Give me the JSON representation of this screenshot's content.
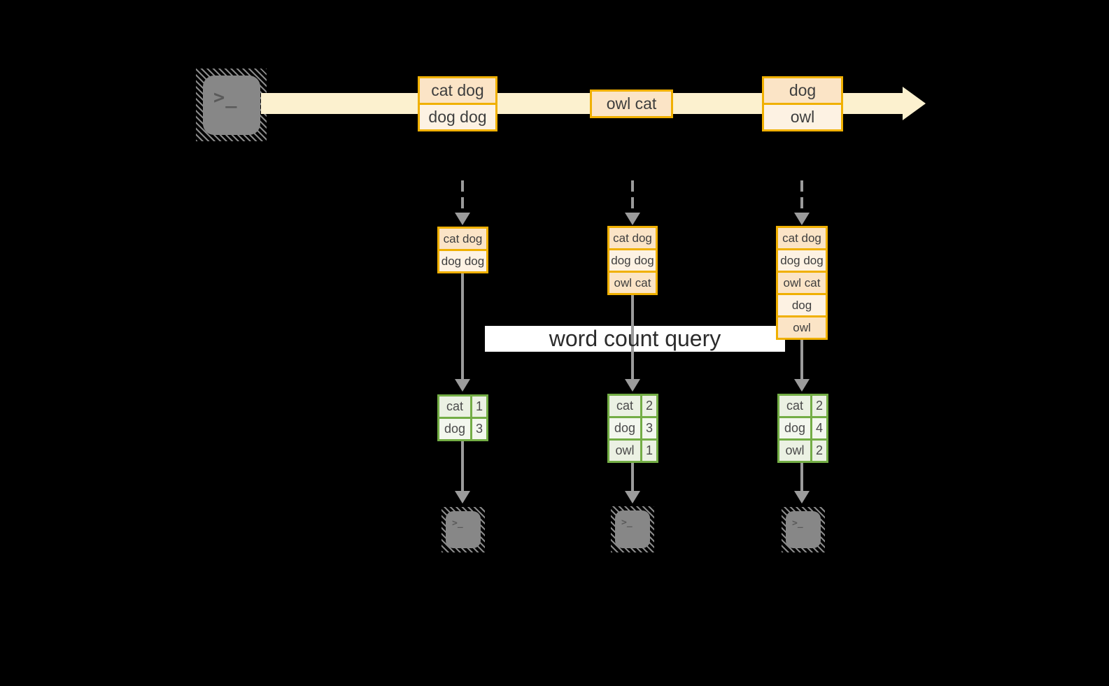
{
  "glyphs": {
    "prompt": ">_"
  },
  "query_label": "word count query",
  "stream": {
    "boxes": [
      {
        "rows": [
          "cat dog",
          "dog dog"
        ]
      },
      {
        "rows": [
          "owl cat"
        ]
      },
      {
        "rows": [
          "dog",
          "owl"
        ]
      }
    ]
  },
  "columns": [
    {
      "state_rows": [
        "cat dog",
        "dog dog"
      ],
      "counts": [
        {
          "word": "cat",
          "count": "1"
        },
        {
          "word": "dog",
          "count": "3"
        }
      ]
    },
    {
      "state_rows": [
        "cat dog",
        "dog dog",
        "owl cat"
      ],
      "counts": [
        {
          "word": "cat",
          "count": "2"
        },
        {
          "word": "dog",
          "count": "3"
        },
        {
          "word": "owl",
          "count": "1"
        }
      ]
    },
    {
      "state_rows": [
        "cat dog",
        "dog dog",
        "owl cat",
        "dog",
        "owl"
      ],
      "counts": [
        {
          "word": "cat",
          "count": "2"
        },
        {
          "word": "dog",
          "count": "4"
        },
        {
          "word": "owl",
          "count": "2"
        }
      ]
    }
  ],
  "colors": {
    "background": "#000000",
    "stream_fill": "#FCF1CF",
    "record_border": "#F0B000",
    "record_fill_peach": "#FBE4C6",
    "record_fill_cream": "#FDF2E3",
    "table_border": "#73AD45",
    "table_cell_dark": "#EBF1E3",
    "table_cell_light": "#F3F7EE",
    "arrow_gray": "#9B9B9B",
    "terminal_gray": "#878787",
    "query_bg": "#FFFFFF",
    "text_dark": "#3E3E3E"
  }
}
